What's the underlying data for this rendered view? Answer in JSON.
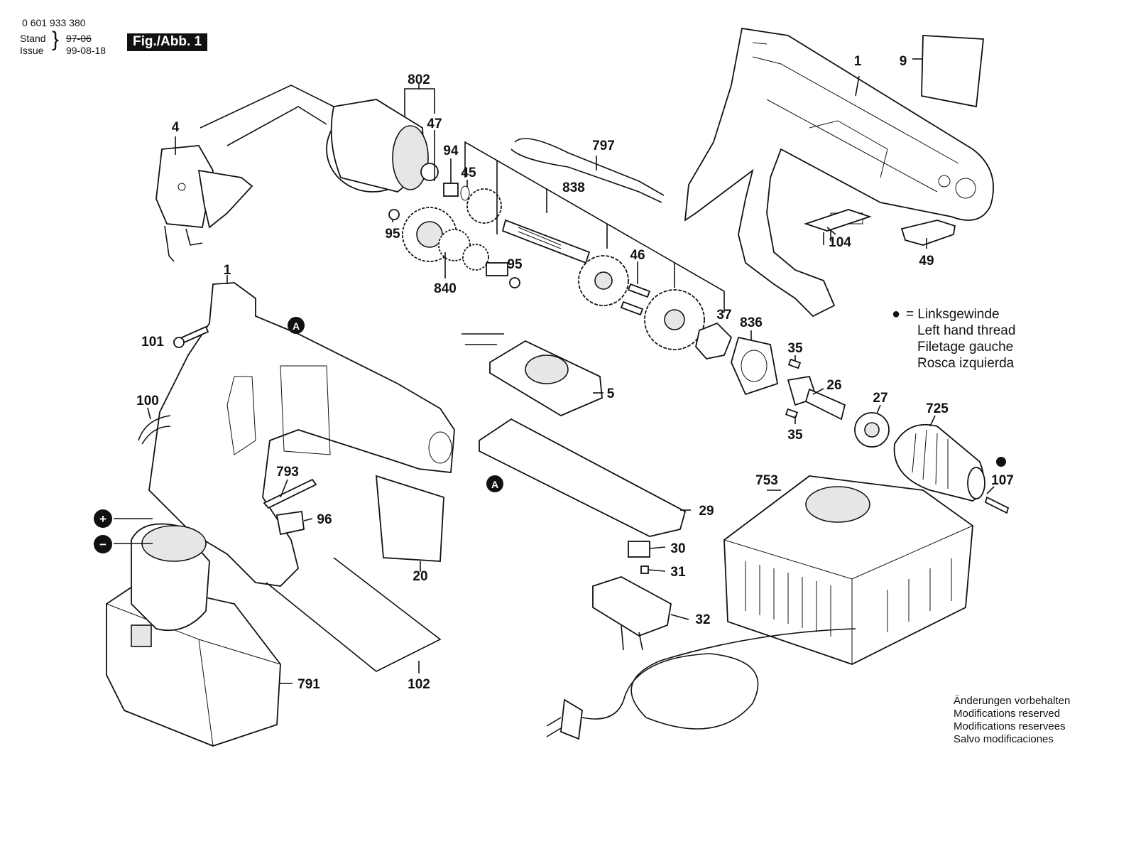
{
  "header": {
    "doc_number": "0 601 933 380",
    "stand_label": "Stand",
    "issue_label": "Issue",
    "stand_value": "97-06",
    "issue_value": "99-08-18",
    "figure_label": "Fig./Abb. 1"
  },
  "legend": {
    "bullet": "●",
    "lines": [
      "= Linksgewinde",
      "Left hand thread",
      "Filetage gauche",
      "Rosca izquierda"
    ]
  },
  "footer_note": {
    "lines": [
      "Änderungen vorbehalten",
      "Modifications reserved",
      "Modifications reservees",
      "Salvo modificaciones"
    ]
  },
  "symbols": {
    "plus": "+",
    "minus": "−",
    "ref_a": "A"
  },
  "part_labels": {
    "p1a": "1",
    "p9": "9",
    "p802": "802",
    "p47": "47",
    "p4": "4",
    "p94": "94",
    "p45": "45",
    "p797": "797",
    "p838": "838",
    "p95a": "95",
    "p95b": "95",
    "p840": "840",
    "p104": "104",
    "p49": "49",
    "p46": "46",
    "p1b": "1",
    "p101": "101",
    "p37": "37",
    "p836": "836",
    "p35a": "35",
    "p26": "26",
    "p35b": "35",
    "p5": "5",
    "p27": "27",
    "p725": "725",
    "p100": "100",
    "p793": "793",
    "p96": "96",
    "p29": "29",
    "p107": "107",
    "p753": "753",
    "p20": "20",
    "p30": "30",
    "p31": "31",
    "p32": "32",
    "p791": "791",
    "p102": "102"
  }
}
